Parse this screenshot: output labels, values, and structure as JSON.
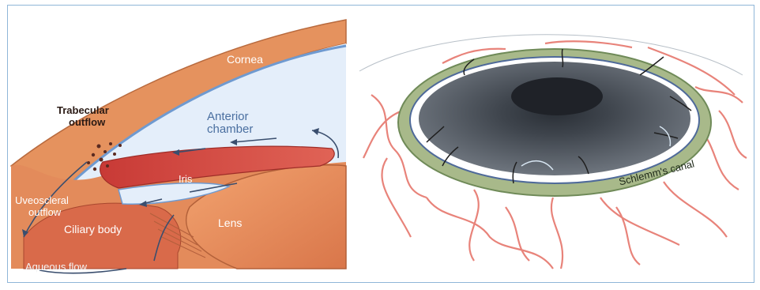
{
  "left_panel": {
    "labels": {
      "cornea": "Cornea",
      "trabecular": "Trabecular",
      "outflow": "outflow",
      "anterior": "Anterior",
      "chamber": "chamber",
      "iris": "Iris",
      "uveoscleral": "Uveoscleral",
      "uveo_outflow": "outflow",
      "ciliary_body": "Ciliary body",
      "lens": "Lens",
      "aqueous_flow": "Aqueous flow"
    }
  },
  "right_panel": {
    "labels": {
      "schlemms_canal": "Schlemm's canal"
    }
  },
  "colors": {
    "frame": "#8fb6d8",
    "tissue": "#e08a5a",
    "aqueous": "#e4eefa",
    "iris": "#d9473f",
    "lens": "#e9925f",
    "green_band": "#a8b98a",
    "pupil": "#3c4148",
    "vessels": "#e8837a"
  }
}
